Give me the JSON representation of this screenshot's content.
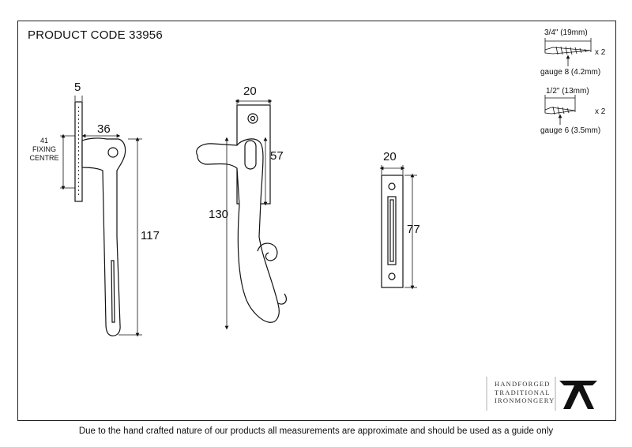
{
  "header": {
    "product_code": "PRODUCT CODE 33956"
  },
  "front_view": {
    "thickness": "5",
    "projection": "36",
    "fixing_centre": [
      "41",
      "FIXING",
      "CENTRE"
    ],
    "length": "117"
  },
  "side_view": {
    "width": "20",
    "plate_height": "57",
    "length": "130"
  },
  "keep_view": {
    "width": "20",
    "height": "77"
  },
  "screws": [
    {
      "length": "3/4\" (19mm)",
      "qty": "x 2",
      "gauge": "gauge 8 (4.2mm)"
    },
    {
      "length": "1/2\" (13mm)",
      "qty": "x 2",
      "gauge": "gauge 6 (3.5mm)"
    }
  ],
  "logo": {
    "lines": [
      "HANDFORGED",
      "TRADITIONAL",
      "IRONMONGERY"
    ]
  },
  "footer": {
    "disclaimer": "Due to the hand crafted nature of our products all measurements are approximate and should be used as a guide only"
  }
}
